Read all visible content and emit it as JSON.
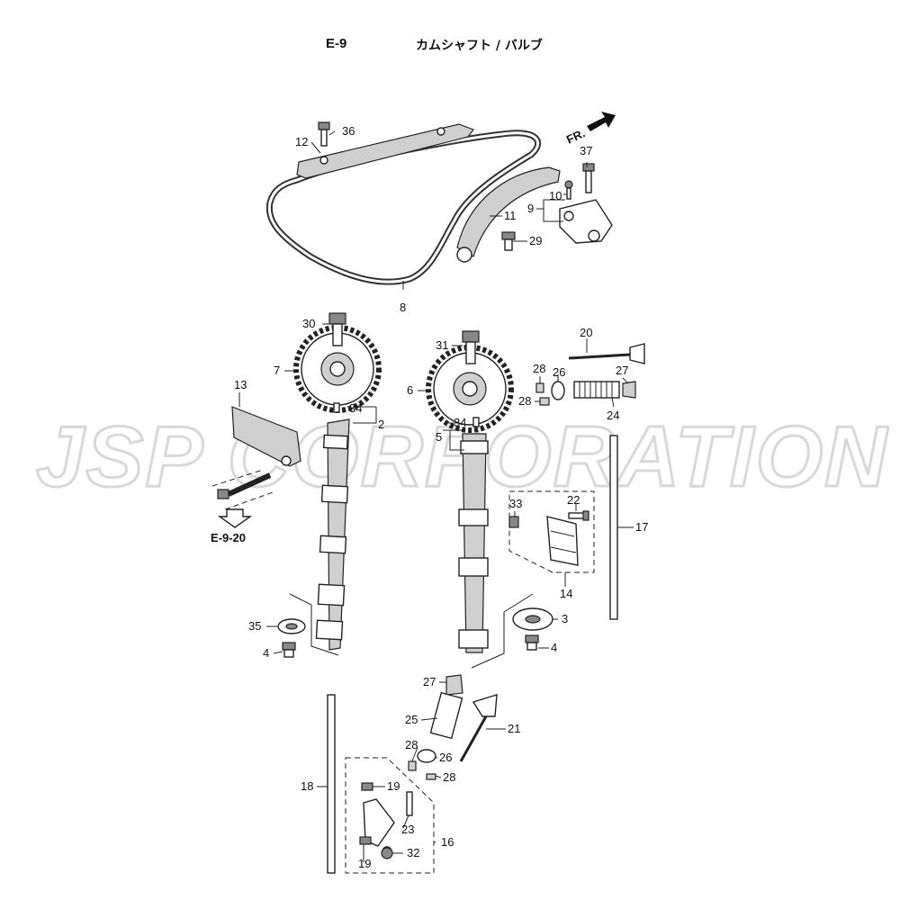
{
  "header": {
    "code": "E-9",
    "title": "カムシャフト / バルブ"
  },
  "watermark": "JSP CORPORATION",
  "direction_label": "FR.",
  "reference": "E-9-20",
  "labels": {
    "p2": "2",
    "p3": "3",
    "p4a": "4",
    "p4b": "4",
    "p5": "5",
    "p6": "6",
    "p7": "7",
    "p8": "8",
    "p9": "9",
    "p10": "10",
    "p11": "11",
    "p12": "12",
    "p13": "13",
    "p14": "14",
    "p16": "16",
    "p17": "17",
    "p18": "18",
    "p19a": "19",
    "p19b": "19",
    "p20": "20",
    "p21": "21",
    "p22": "22",
    "p23": "23",
    "p24": "24",
    "p25": "25",
    "p26a": "26",
    "p26b": "26",
    "p27a": "27",
    "p27b": "27",
    "p28a": "28",
    "p28b": "28",
    "p28c": "28",
    "p28d": "28",
    "p29": "29",
    "p30": "30",
    "p31": "31",
    "p32": "32",
    "p33": "33",
    "p34a": "34",
    "p34b": "34",
    "p35": "35",
    "p36": "36",
    "p37": "37"
  }
}
